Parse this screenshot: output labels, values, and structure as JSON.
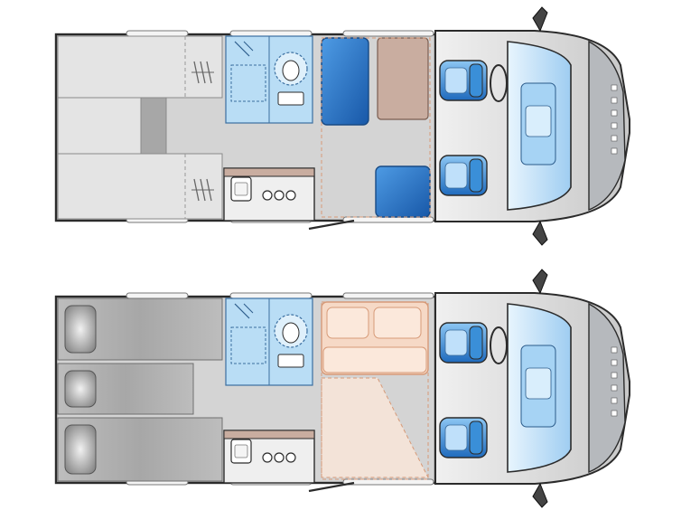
{
  "floorplans": [
    {
      "id": "day-layout",
      "mode": "day"
    },
    {
      "id": "night-layout",
      "mode": "night"
    }
  ],
  "colors": {
    "background": "#ffffff",
    "outline": "#2b2b2b",
    "floor": "#d4d4d4",
    "bed_panel": "#e4e4e4",
    "cushion_blue": "#1c6fc4",
    "cushion_blue_light": "#5aa6ea",
    "washroom": "#b9ddf5",
    "cabinet_tan": "#c9ada0",
    "seat_blue": "#3a8fd8",
    "windshield": "#cfe9fb",
    "cab_grey": "#8f9499",
    "bed_overlay": "#f6d9c6",
    "bed_overlay_line": "#d79a78",
    "night_bed": "#a9a9a9"
  },
  "icons": [
    "driver-seat-icon",
    "passenger-seat-icon",
    "steering-wheel-icon",
    "sink-icon",
    "hob-icon",
    "toilet-icon",
    "shower-icon",
    "side-mirror-icon",
    "door-icon",
    "pillow-icon",
    "heater-vent-icon"
  ]
}
